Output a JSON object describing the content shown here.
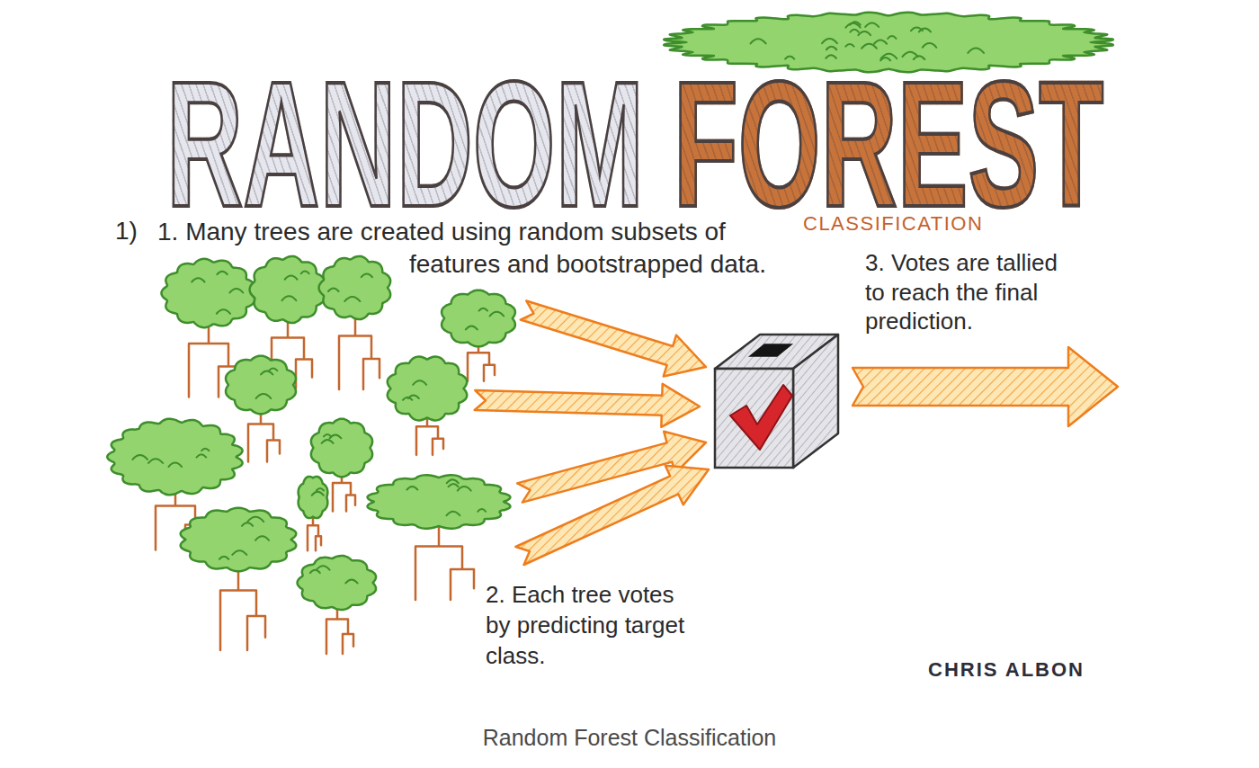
{
  "diagram": {
    "title": "RANDOM FOREST",
    "caption": "Random Forest Classification",
    "labels": [
      "CLASSIFICATION",
      "1)",
      "1. Many trees are created using random subsets of features and bootstrapped data.",
      "3. Votes are tallied to reach the final prediction.",
      "2. Each tree votes by predicting target class.",
      "CHRIS ALBON"
    ]
  }
}
